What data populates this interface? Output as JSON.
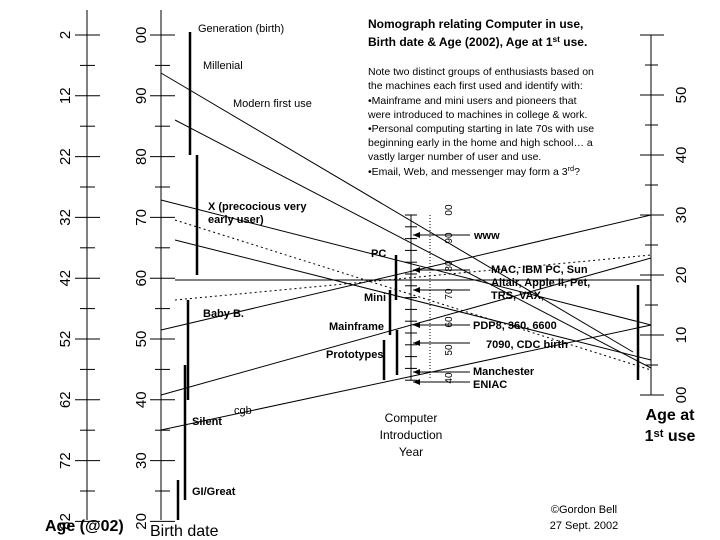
{
  "title": {
    "line1": "Nomograph relating Computer in use,",
    "line2": "Birth date & Age (2002), Age at 1st use."
  },
  "note": [
    "Note two distinct groups of enthusiasts based on",
    "the machines each first used and identify with:",
    "•Mainframe and mini users and pioneers that",
    "were introduced to machines in college & work.",
    "•Personal computing starting in late 70s with use",
    "beginning early in the home and high school… a",
    "vastly larger number of user and use.",
    "•Email, Web, and messenger may form a 3rd?"
  ],
  "axes": {
    "age_2002": {
      "label": "Age (@02)",
      "ticks": [
        "2",
        "12",
        "22",
        "32",
        "42",
        "52",
        "62",
        "72",
        "82"
      ]
    },
    "birth_date": {
      "label": "Birth date",
      "ticks": [
        "00",
        "90",
        "80",
        "70",
        "60",
        "50",
        "40",
        "30",
        "20"
      ]
    },
    "computer_intro": {
      "label_lines": [
        "Computer",
        "Introduction",
        "Year"
      ],
      "ticks": [
        "00",
        "90",
        "80",
        "70",
        "60",
        "50",
        "40"
      ]
    },
    "age_first_use": {
      "label_lines": [
        "Age at",
        "1st use"
      ],
      "ticks": [
        "50",
        "40",
        "30",
        "20",
        "10",
        "00"
      ]
    }
  },
  "generations": [
    {
      "id": "header",
      "label": "Generation (birth)"
    },
    {
      "id": "millenial",
      "label": "Millenial"
    },
    {
      "id": "modern",
      "label": "Modern first use"
    },
    {
      "id": "x",
      "label_lines": [
        "X (precocious very",
        "early user)"
      ]
    },
    {
      "id": "baby",
      "label": "Baby B."
    },
    {
      "id": "silent",
      "label": "Silent"
    },
    {
      "id": "cgb",
      "label": "cgb"
    },
    {
      "id": "great",
      "label": "GI/Great"
    }
  ],
  "machine_classes": [
    "PC",
    "Mini",
    "Mainframe",
    "Prototypes"
  ],
  "machines": [
    {
      "id": "www",
      "label": "www"
    },
    {
      "id": "mac",
      "label_lines": [
        "MAC, IBM PC, Sun",
        "Altair, Apple II, Pet,",
        "TRS, VAX,"
      ]
    },
    {
      "id": "pdp8",
      "label": "PDP8, 360, 6600"
    },
    {
      "id": "7090",
      "label": "7090, CDC birth"
    },
    {
      "id": "manchester",
      "label_lines": [
        "Manchester",
        "ENIAC"
      ]
    }
  ],
  "credit": {
    "line1": "©Gordon Bell",
    "line2": "27 Sept. 2002"
  }
}
